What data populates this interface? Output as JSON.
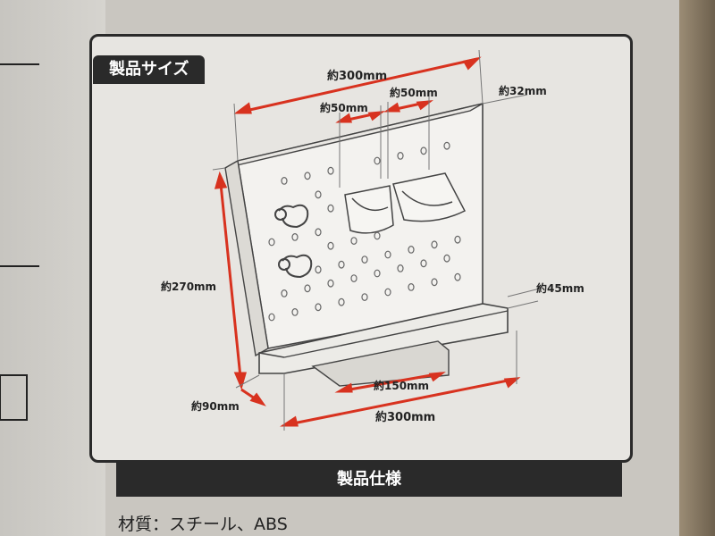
{
  "header": {
    "title": "製品サイズ"
  },
  "dimensions": {
    "width_top": "約300mm",
    "hook_left": "約50mm",
    "hook_right": "約50mm",
    "depth_top": "約32mm",
    "height": "約270mm",
    "tray_depth": "約45mm",
    "base_width": "約150mm",
    "bottom_depth": "約90mm",
    "width_bottom": "約300mm"
  },
  "spec": {
    "title": "製品仕様",
    "material": "材質：スチール、ABS"
  },
  "colors": {
    "dimension_line": "#d8321f",
    "panel_border": "#2a2a2a",
    "product": "#f3f2ef"
  }
}
